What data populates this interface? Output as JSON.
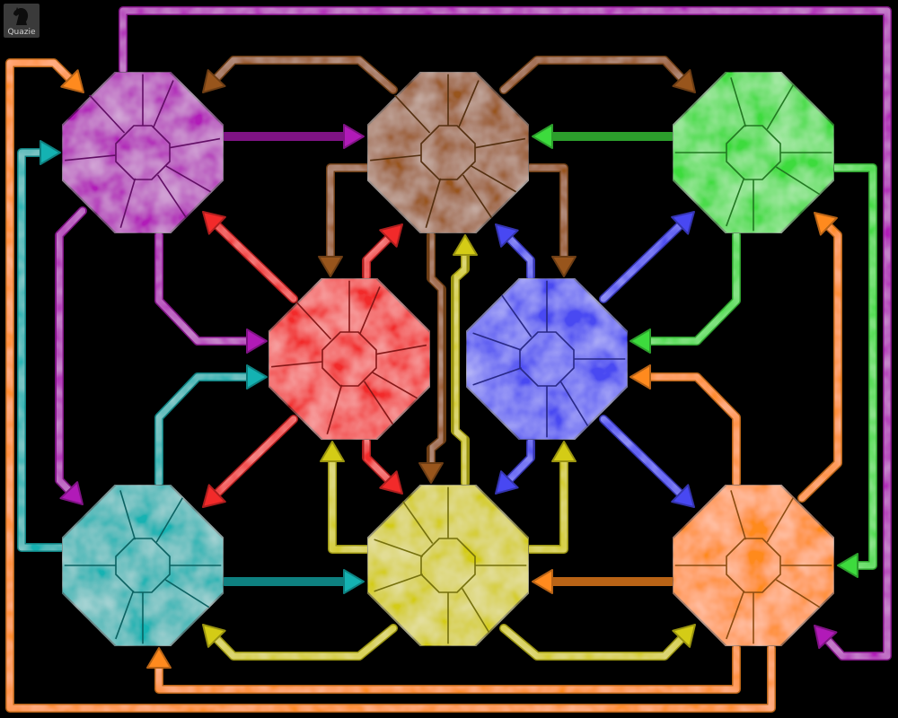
{
  "app": {
    "logo_label": "Quazie"
  },
  "colors": {
    "magenta": "#b11ab8",
    "brown": "#98551c",
    "green": "#3ddb3d",
    "red": "#f22a2a",
    "blue": "#4848f2",
    "cyan": "#14b2b2",
    "yellow": "#d4cc16",
    "orange": "#ff8a1e"
  },
  "board": {
    "tiles": [
      {
        "id": "tile-magenta",
        "color": "magenta",
        "spokes": "standard"
      },
      {
        "id": "tile-brown",
        "color": "brown",
        "spokes": "standard"
      },
      {
        "id": "tile-green",
        "color": "green",
        "spokes": "rotated"
      },
      {
        "id": "tile-red",
        "color": "red",
        "spokes": "standard"
      },
      {
        "id": "tile-blue",
        "color": "blue",
        "spokes": "mirrored"
      },
      {
        "id": "tile-cyan",
        "color": "cyan",
        "spokes": "rotated"
      },
      {
        "id": "tile-yellow",
        "color": "yellow",
        "spokes": "mirrored"
      },
      {
        "id": "tile-orange",
        "color": "orange",
        "spokes": "rotated"
      }
    ],
    "links": [
      {
        "from": "magenta",
        "to": "brown"
      },
      {
        "from": "magenta",
        "to": "red"
      },
      {
        "from": "magenta",
        "to": "cyan"
      },
      {
        "from": "magenta",
        "to": "green"
      },
      {
        "from": "brown",
        "to": "magenta"
      },
      {
        "from": "brown",
        "to": "green"
      },
      {
        "from": "brown",
        "to": "red"
      },
      {
        "from": "brown",
        "to": "blue"
      },
      {
        "from": "brown",
        "to": "yellow"
      },
      {
        "from": "green",
        "to": "brown"
      },
      {
        "from": "green",
        "to": "blue"
      },
      {
        "from": "green",
        "to": "orange"
      },
      {
        "from": "red",
        "to": "magenta"
      },
      {
        "from": "red",
        "to": "brown"
      },
      {
        "from": "red",
        "to": "cyan"
      },
      {
        "from": "red",
        "to": "yellow"
      },
      {
        "from": "blue",
        "to": "brown"
      },
      {
        "from": "blue",
        "to": "green"
      },
      {
        "from": "blue",
        "to": "orange"
      },
      {
        "from": "blue",
        "to": "yellow"
      },
      {
        "from": "cyan",
        "to": "magenta"
      },
      {
        "from": "cyan",
        "to": "red"
      },
      {
        "from": "cyan",
        "to": "yellow"
      },
      {
        "from": "yellow",
        "to": "red"
      },
      {
        "from": "yellow",
        "to": "brown"
      },
      {
        "from": "yellow",
        "to": "blue"
      },
      {
        "from": "yellow",
        "to": "cyan"
      },
      {
        "from": "yellow",
        "to": "orange"
      },
      {
        "from": "orange",
        "to": "blue"
      },
      {
        "from": "orange",
        "to": "yellow"
      },
      {
        "from": "orange",
        "to": "green"
      },
      {
        "from": "orange",
        "to": "cyan"
      },
      {
        "from": "orange",
        "to": "magenta"
      }
    ]
  }
}
